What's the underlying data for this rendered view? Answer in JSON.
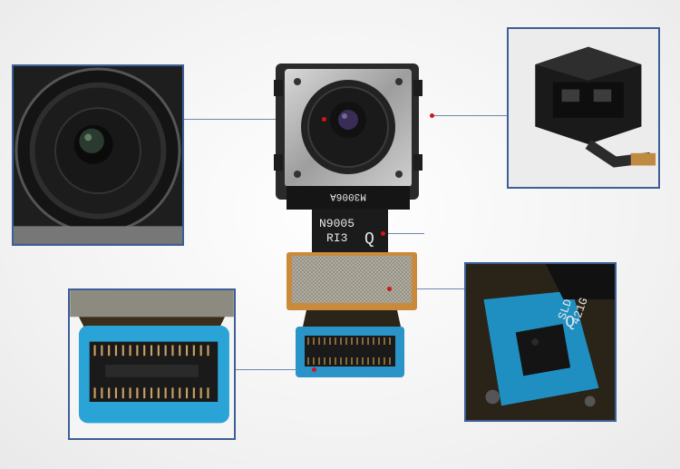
{
  "product": {
    "flex_top_print": "N9005",
    "flex_bottom_print": "RI3",
    "flex_symbol": "Q",
    "flex_back_print": "M3006A",
    "chip_print_line1": "SLD",
    "chip_print_line2": "421G",
    "chip_symbol": "Q"
  },
  "colors": {
    "frame_border": "#3d5f97",
    "leader_line": "#6e86ad",
    "marker_dot": "#d01818",
    "pcb_blue": "#2a93c8",
    "flex_black": "#1b1b1b",
    "copper": "#c98a3c"
  },
  "callouts": [
    {
      "name": "lens-detail",
      "subject": "camera lens close-up"
    },
    {
      "name": "side-detail",
      "subject": "module side view"
    },
    {
      "name": "connector-detail",
      "subject": "board-to-board connector"
    },
    {
      "name": "chip-detail",
      "subject": "flex circuit chip"
    }
  ]
}
